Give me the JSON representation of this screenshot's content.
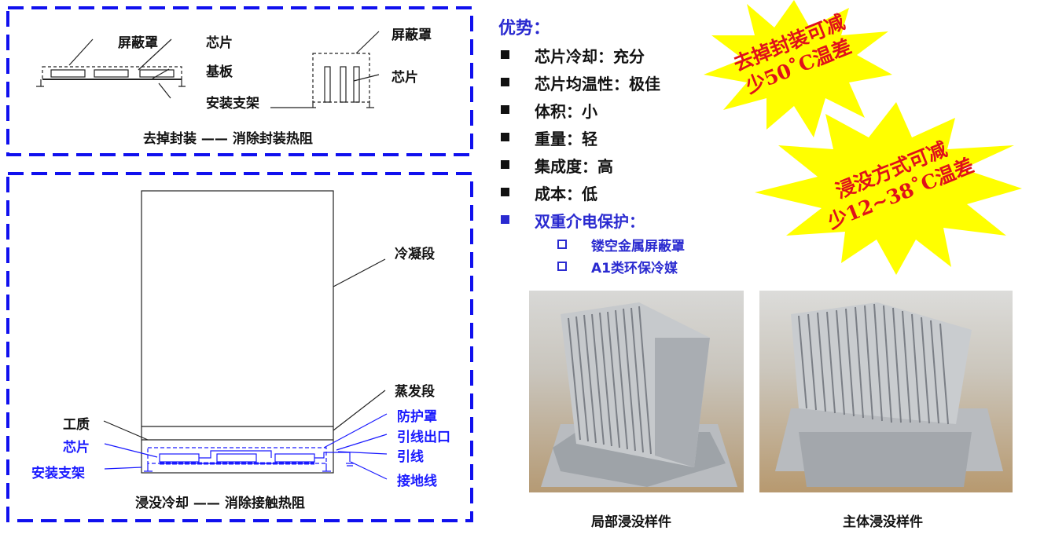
{
  "top_diagram": {
    "left_labels": {
      "shield": "屏蔽罩",
      "chip": "芯片",
      "substrate": "基板",
      "bracket": "安装支架"
    },
    "right_labels": {
      "shield": "屏蔽罩",
      "chip": "芯片"
    },
    "caption": "去掉封装 —— 消除封装热阻"
  },
  "bottom_diagram": {
    "labels": {
      "condensing": "冷凝段",
      "evaporating": "蒸发段",
      "protective_cover": "防护罩",
      "lead_outlet": "引线出口",
      "lead": "引线",
      "ground_wire": "接地线",
      "working_fluid": "工质",
      "chip": "芯片",
      "bracket": "安装支架"
    },
    "caption": "浸没冷却 —— 消除接触热阻"
  },
  "advantages": {
    "title": "优势：",
    "items": [
      "芯片冷却：充分",
      "芯片均温性：极佳",
      "体积：小",
      "重量：轻",
      "集成度：高",
      "成本：低"
    ],
    "dual_protection": "双重介电保护：",
    "sub_items": [
      "镂空金属屏蔽罩",
      "A1类环保冷媒"
    ]
  },
  "callouts": [
    {
      "line1": "去掉封装可减",
      "line2": "少50˚C温差"
    },
    {
      "line1": "浸没方式可减",
      "line2": "少12~38˚C温差"
    }
  ],
  "photos": [
    {
      "caption": "局部浸没样件"
    },
    {
      "caption": "主体浸没样件"
    }
  ],
  "colors": {
    "accent_blue": "#1a1aff",
    "burst_yellow": "#ffff00",
    "callout_red": "#e0101a"
  }
}
